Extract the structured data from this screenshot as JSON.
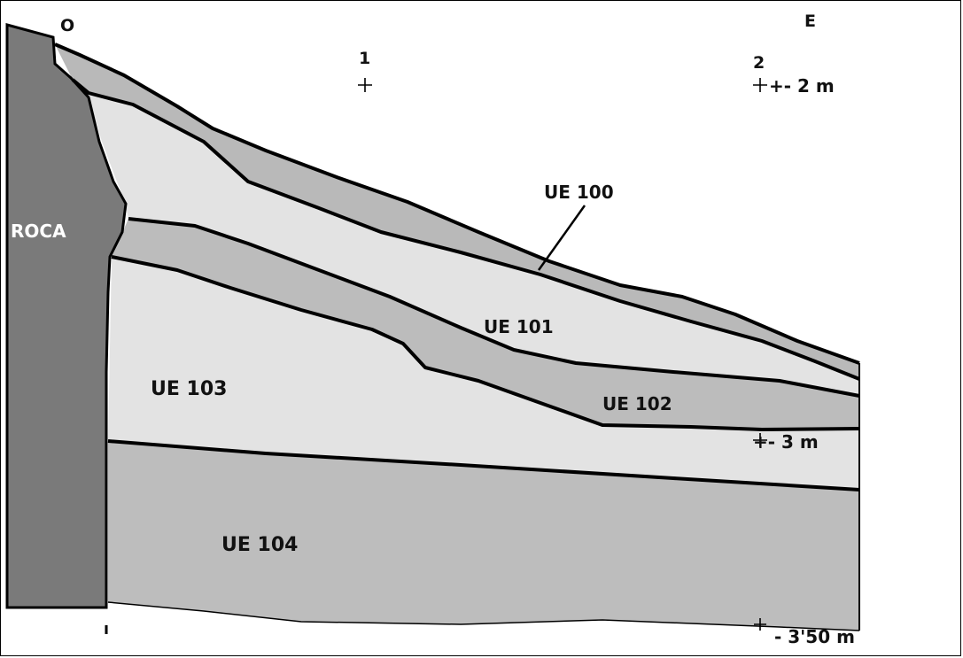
{
  "diagram": {
    "orientation": {
      "west": "O",
      "east": "E"
    },
    "reference_points": [
      {
        "id": "point-1",
        "label": "1"
      },
      {
        "id": "point-2",
        "label": "2",
        "depth": "+- 2 m"
      }
    ],
    "bedrock_label": "ROCA",
    "layers": [
      {
        "id": "ue-100",
        "label": "UE 100",
        "fill": "#b9b9b9"
      },
      {
        "id": "ue-101",
        "label": "UE 101",
        "fill": "#e3e3e3"
      },
      {
        "id": "ue-102",
        "label": "UE 102",
        "fill": "#bcbcbc"
      },
      {
        "id": "ue-103",
        "label": "UE 103",
        "fill": "#e3e3e3"
      },
      {
        "id": "ue-104",
        "label": "UE 104",
        "fill": "#bdbdbd"
      }
    ],
    "depth_markers": [
      {
        "id": "depth-3m",
        "label": "+- 3 m"
      },
      {
        "id": "depth-350m",
        "label": "- 3'50 m"
      }
    ],
    "colors": {
      "rock": "#7a7a7a",
      "line": "#000000"
    }
  }
}
